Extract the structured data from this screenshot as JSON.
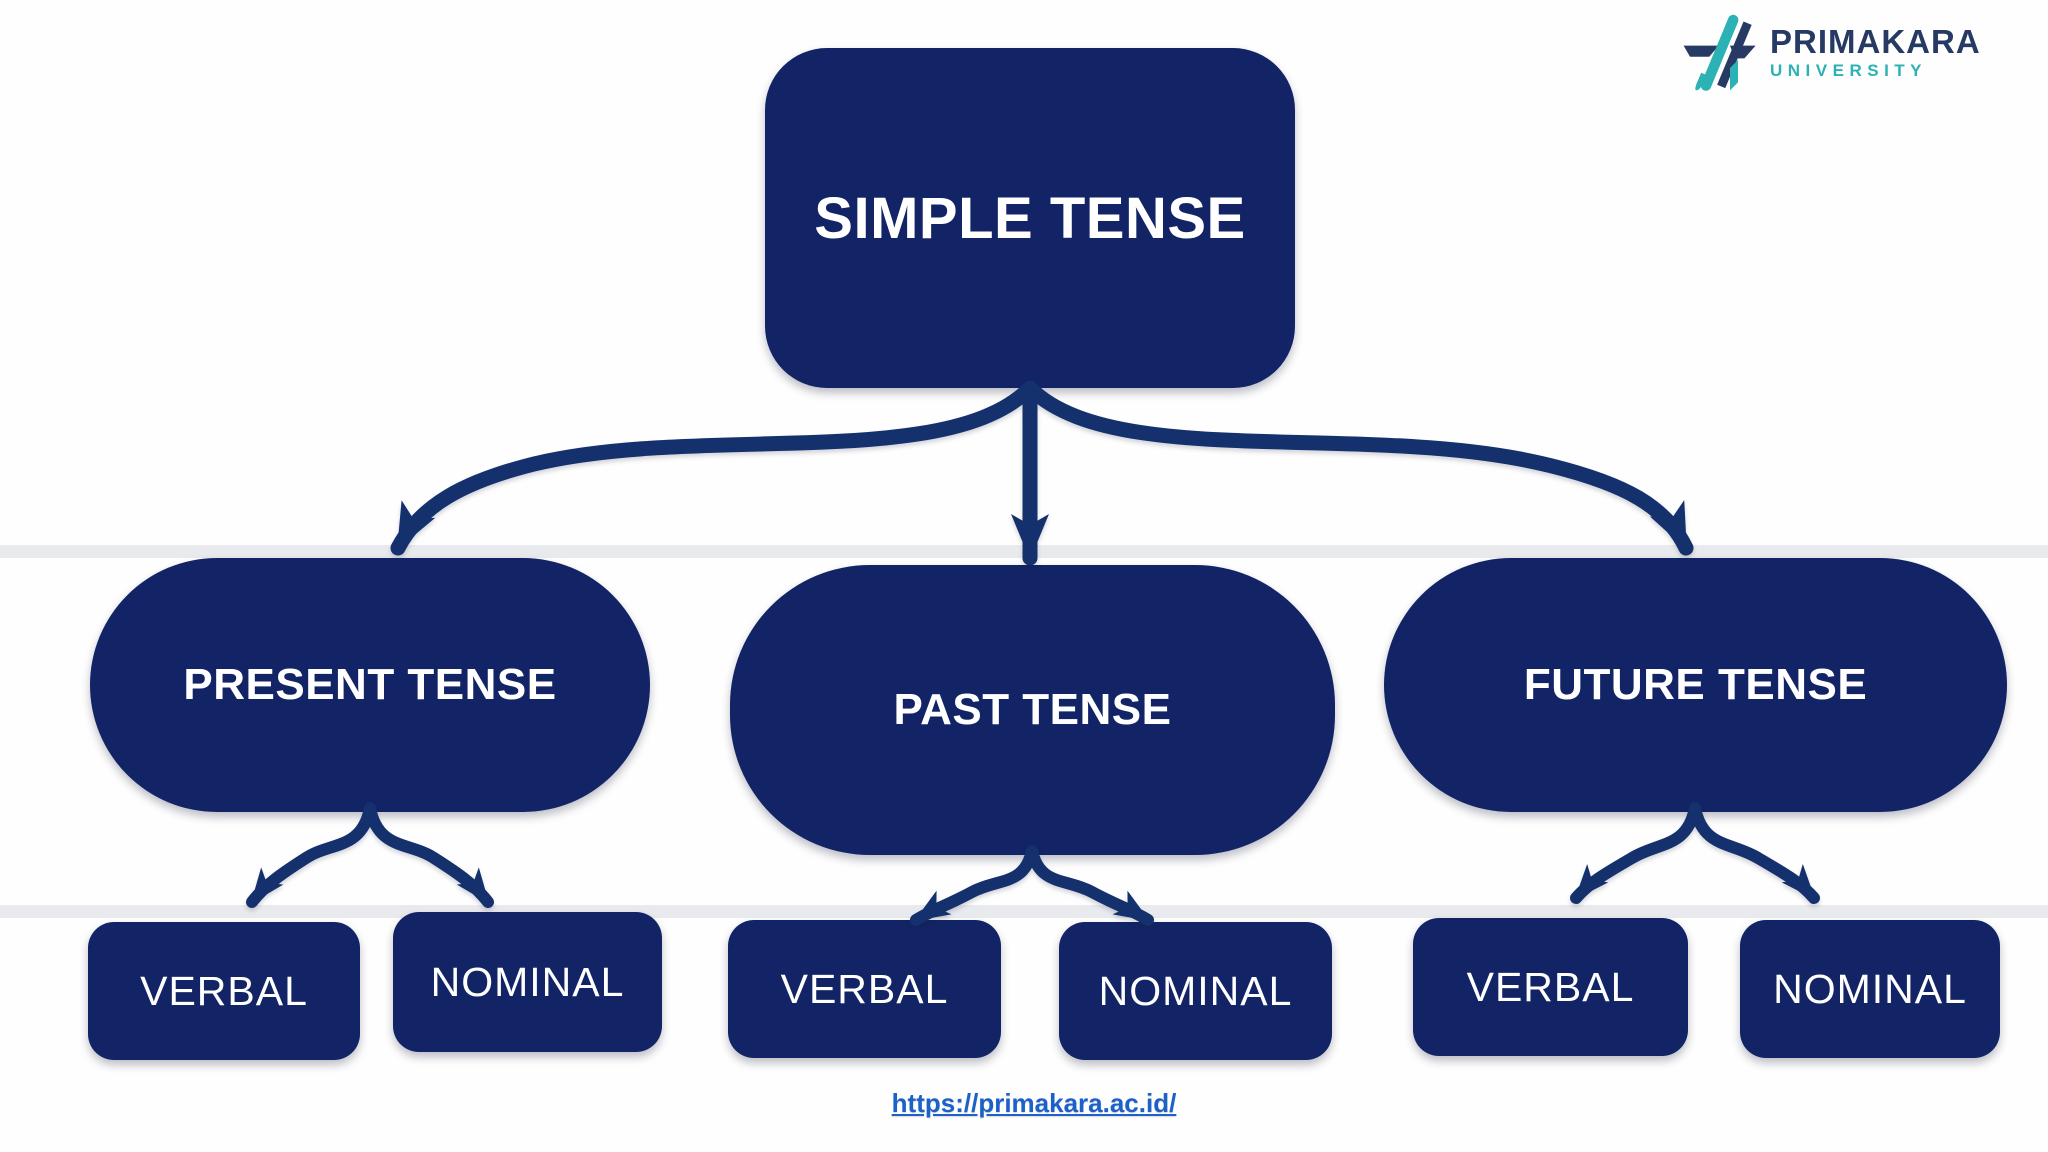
{
  "logo": {
    "brand": "PRIMAKARA",
    "subtitle": "UNIVERSITY"
  },
  "diagram": {
    "root": {
      "label": "SIMPLE TENSE"
    },
    "branches": [
      {
        "label": "PRESENT TENSE",
        "children": [
          {
            "label": "VERBAL"
          },
          {
            "label": "NOMINAL"
          }
        ]
      },
      {
        "label": "PAST TENSE",
        "children": [
          {
            "label": "VERBAL"
          },
          {
            "label": "NOMINAL"
          }
        ]
      },
      {
        "label": "FUTURE TENSE",
        "children": [
          {
            "label": "VERBAL"
          },
          {
            "label": "NOMINAL"
          }
        ]
      }
    ]
  },
  "footer": {
    "link_text": "https://primakara.ac.id/"
  },
  "colors": {
    "box": "#122465",
    "arrow": "#14306d",
    "link": "#1b61c9",
    "teal": "#2cb1b5",
    "logo_text": "#263a64",
    "band": "#e9eaee"
  }
}
